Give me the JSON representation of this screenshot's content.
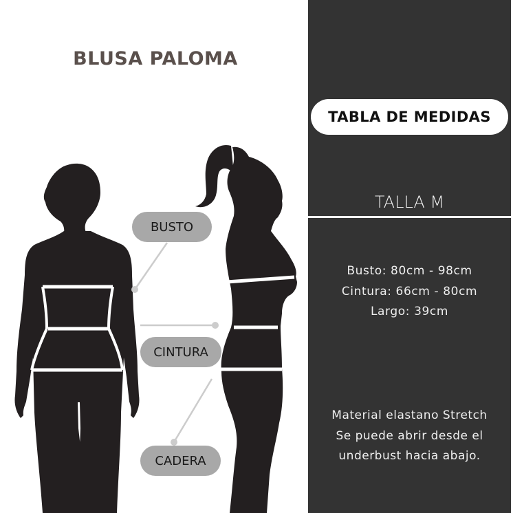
{
  "product": {
    "title": "BLUSA PALOMA"
  },
  "size_chart": {
    "header": "TABLA DE MEDIDAS",
    "size_label": "TALLA M",
    "measurements": [
      {
        "text": "Busto: 80cm - 98cm"
      },
      {
        "text": "Cintura: 66cm - 80cm"
      },
      {
        "text": "Largo: 39cm"
      }
    ],
    "notes": [
      {
        "text": "Material elastano Stretch"
      },
      {
        "text": "Se puede abrir desde el"
      },
      {
        "text": "underbust hacia abajo."
      }
    ]
  },
  "diagram": {
    "labels": {
      "bust": "BUSTO",
      "waist": "CINTURA",
      "hip": "CADERA"
    },
    "icons": [
      "front-body-silhouette-icon",
      "side-profile-silhouette-icon"
    ]
  },
  "colors": {
    "panel_bg": "#333333",
    "title_text": "#5a504c",
    "pill_bg": "#a8a8a8",
    "silhouette": "#231f20",
    "leader_line": "#cccccc"
  }
}
